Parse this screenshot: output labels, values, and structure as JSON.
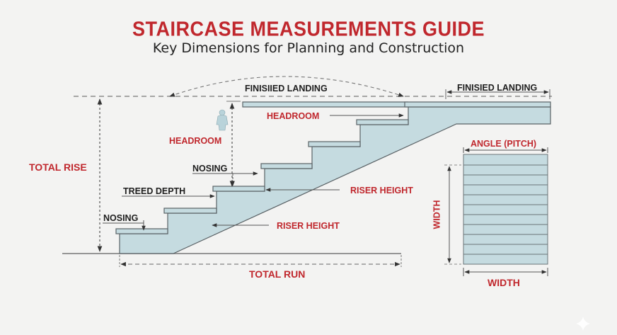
{
  "header": {
    "title": "STAIRCASE MEASUREMENTS GUIDE",
    "subtitle": "Key Dimensions for Planning and Construction"
  },
  "labels": {
    "finished_landing_arc": "FINISIIED LANDING",
    "finished_landing_right": "FINISIED LANDING",
    "headroom_right": "HEADROOM",
    "headroom_left": "HEADROOM",
    "total_rise": "TOTAL RISE",
    "nosing_upper": "NOSING",
    "treed_depth": "TREED DEPTH",
    "nosing_lower": "NOSING",
    "riser_height_upper": "RISER HEIGHT",
    "riser_height_lower": "RISER HEIGHT",
    "total_run": "TOTAL RUN",
    "angle_pitch": "ANGLE (PITCH)",
    "width_vertical": "WIDTH",
    "width_bottom": "WIDTH"
  },
  "icons": {
    "person": "person-silhouette-icon",
    "watermark": "sparkle-watermark-icon"
  },
  "colors": {
    "background": "#f3f3f2",
    "accent_red": "#c0272d",
    "stair_fill": "#c5dbe0",
    "stair_stroke": "#5a6266",
    "dim_line": "#555555"
  },
  "plan_view": {
    "tread_count": 11
  }
}
